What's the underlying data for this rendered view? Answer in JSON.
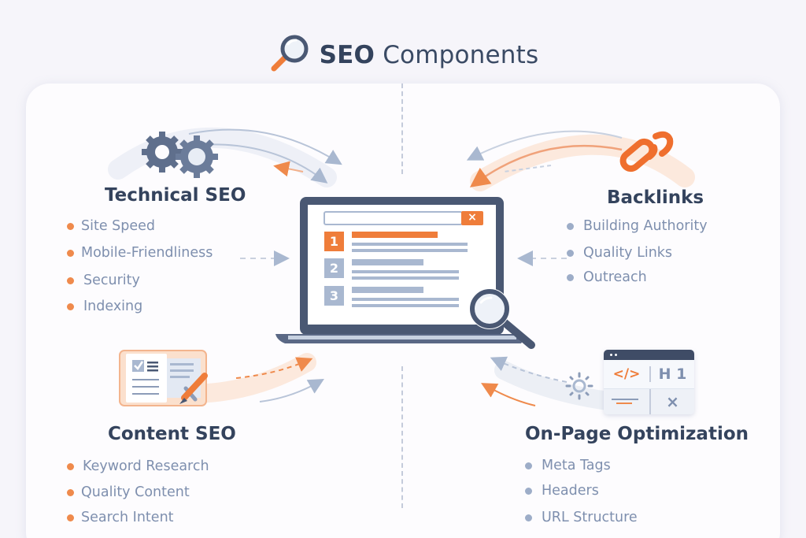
{
  "header": {
    "title_bold": "SEO",
    "title_rest": "Components",
    "icon": "magnifier-icon"
  },
  "colors": {
    "accent_orange": "#ef7d3a",
    "slate_dark": "#4a5873",
    "slate_light": "#a9b8d0",
    "text_dark": "#34435d",
    "text_muted": "#7e8fae",
    "background": "#f6f5fa",
    "card": "#fdfcfe"
  },
  "sections": {
    "technical": {
      "title": "Technical SEO",
      "icon": "gears-icon",
      "bullet_color": "orange",
      "items": [
        "Site Speed",
        "Mobile-Friendliness",
        "Security",
        "Indexing"
      ]
    },
    "backlinks": {
      "title": "Backlinks",
      "icon": "chain-link-icon",
      "bullet_color": "blue",
      "items": [
        "Building Authority",
        "Quality Links",
        "Outreach"
      ]
    },
    "content": {
      "title": "Content SEO",
      "icon": "document-pencil-icon",
      "bullet_color": "orange",
      "items": [
        "Keyword Research",
        "Quality Content",
        "Search Intent"
      ]
    },
    "onpage": {
      "title": "On-Page Optimization",
      "icon": "code-window-icon",
      "bullet_color": "blue",
      "items": [
        "Meta Tags",
        "Headers",
        "URL Structure"
      ]
    }
  },
  "center": {
    "icon": "laptop-search-results-icon",
    "search_clear_glyph": "×",
    "ranks": [
      "1",
      "2",
      "3"
    ]
  },
  "onpage_window": {
    "code_glyph": "</>",
    "heading_glyph": "H 1",
    "close_glyph": "×"
  }
}
